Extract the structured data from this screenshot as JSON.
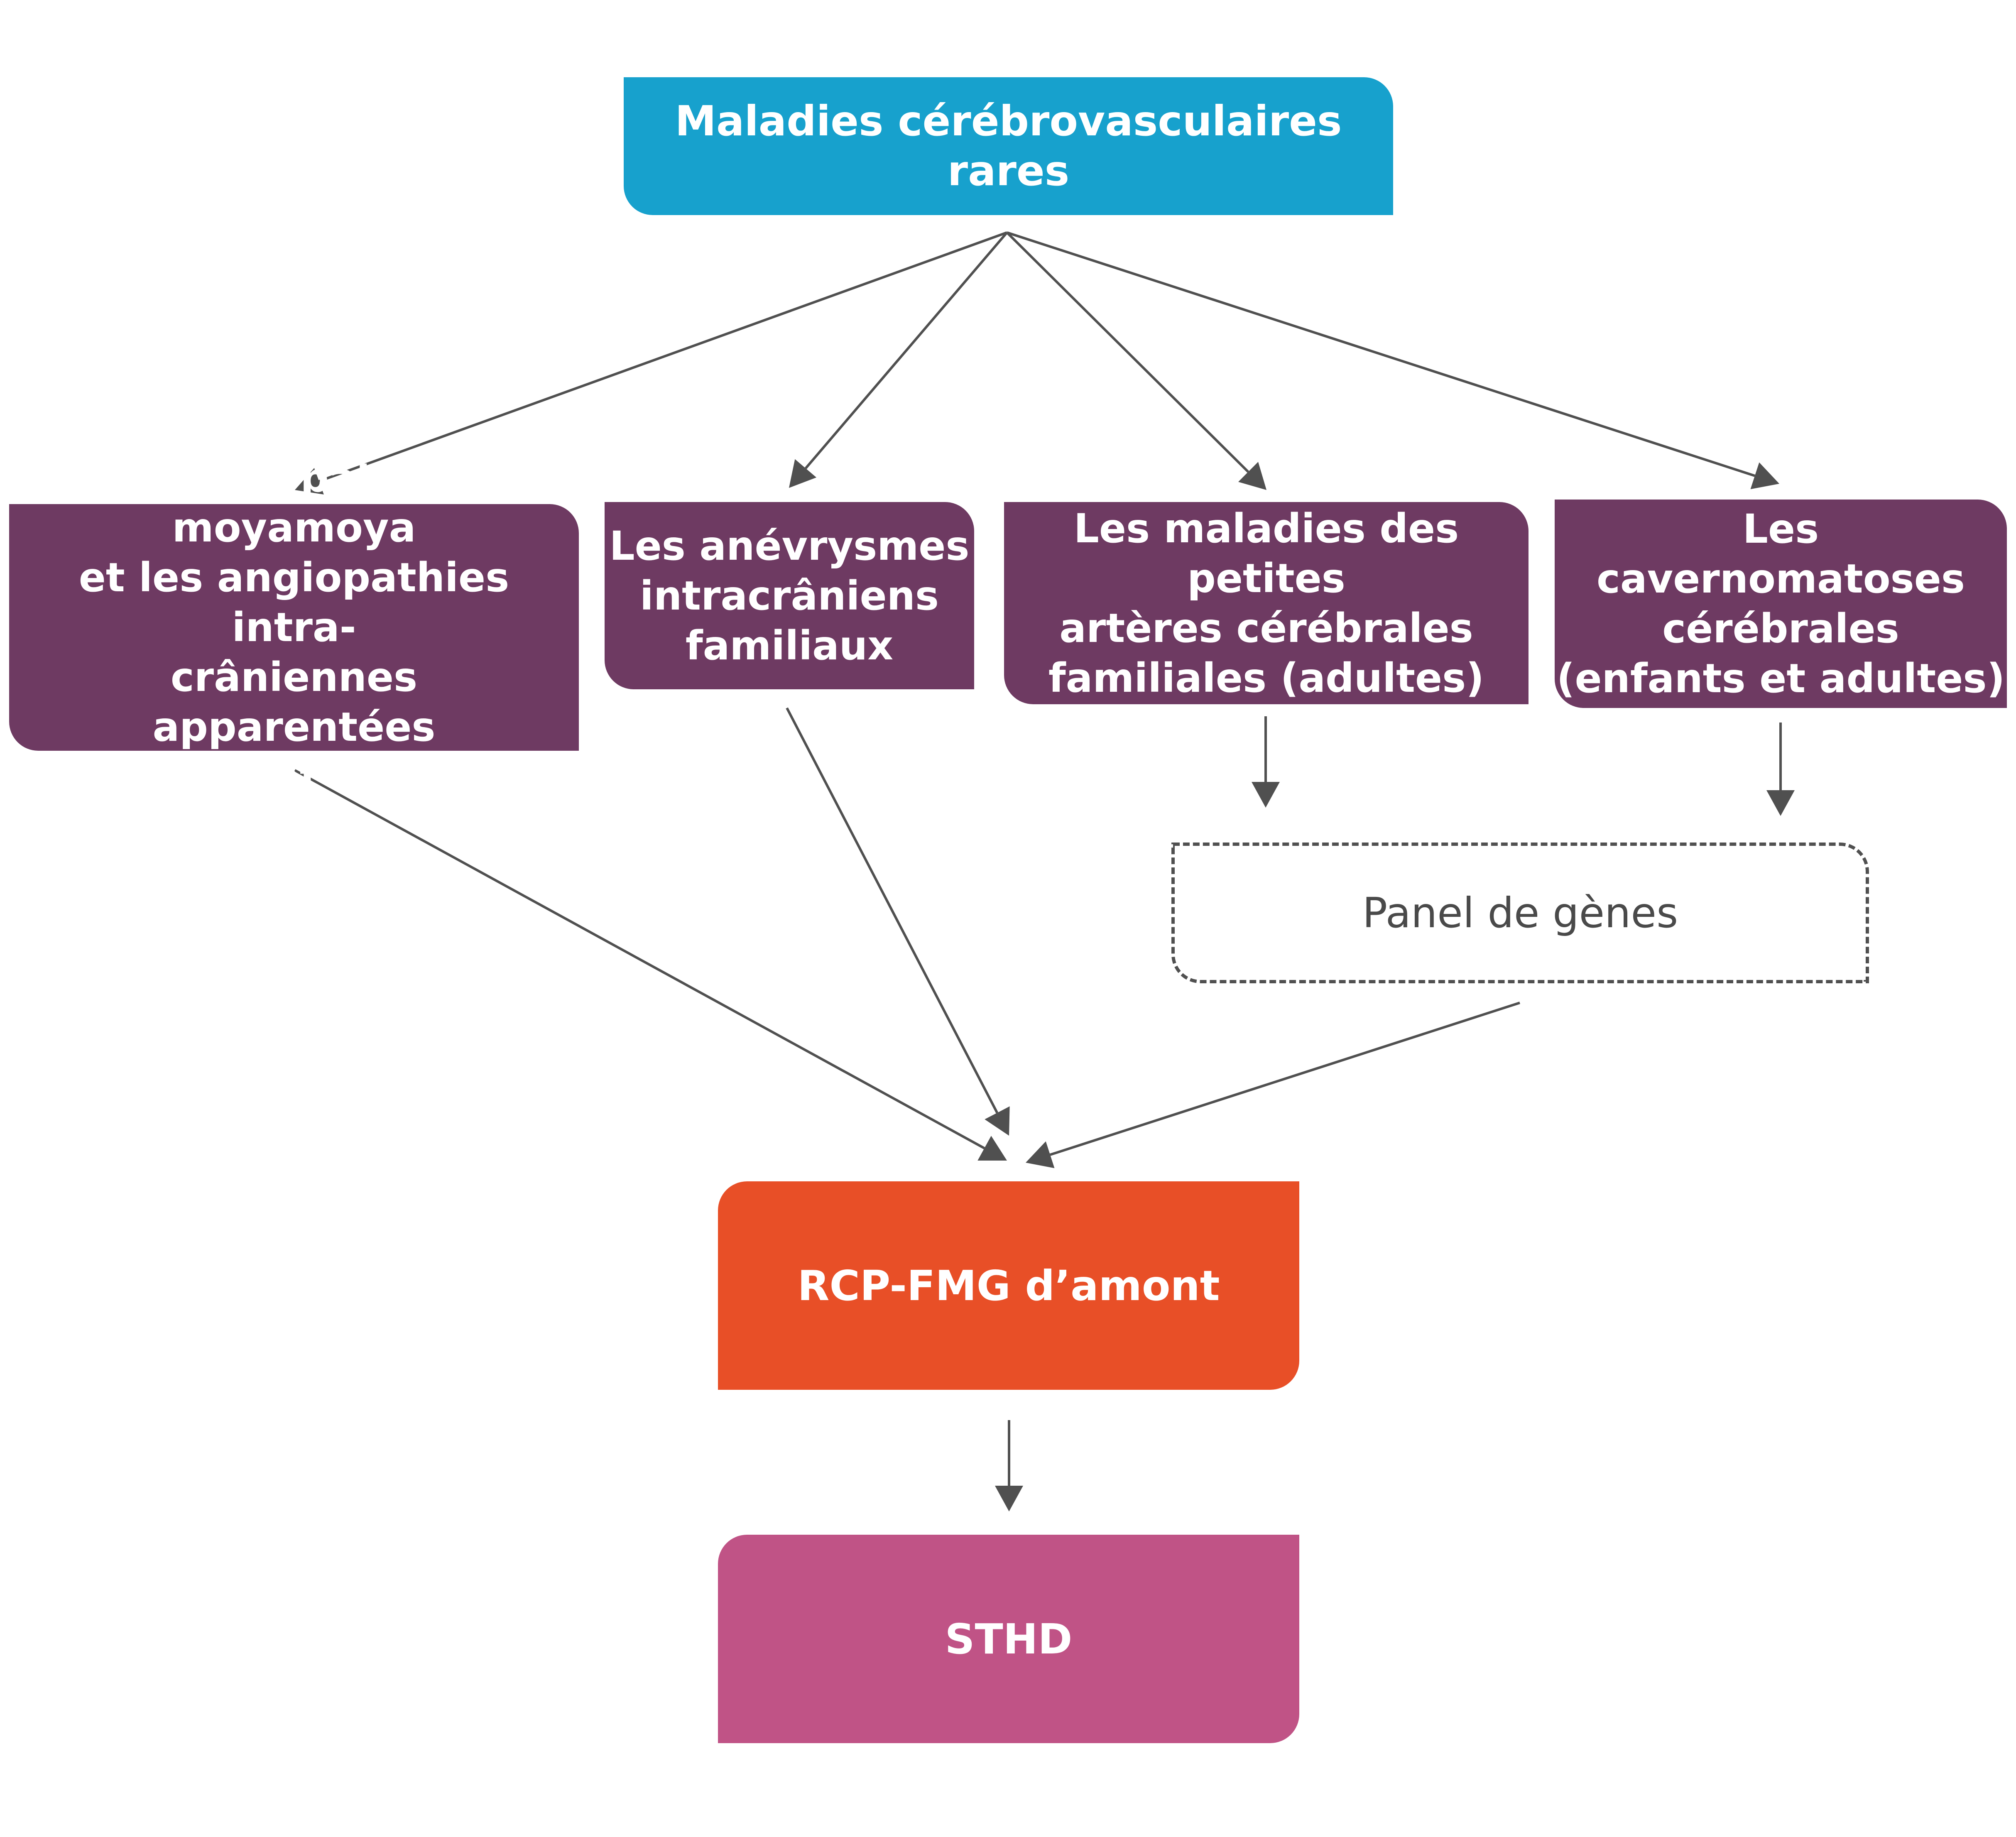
{
  "colors": {
    "root": "#17a1cd",
    "category": "#6e3a62",
    "rcp": "#e84f27",
    "sthd": "#c05386",
    "arrow": "#505050",
    "panel_text": "#4a4a4a"
  },
  "nodes": {
    "root": "Maladies cérébrovasculaires rares",
    "moyamoya": "L’angiopathie moyamoya\net les angiopathies intra-\ncrâniennes apparentées\n(enfants et adultes)",
    "anevrysmes": "Les anévrysmes\nintracrâniens\nfamiliaux",
    "petites_arteres": "Les maladies des petites\nartères cérébrales\nfamiliales (adultes)",
    "cavernomatoses": "Les cavernomatoses\ncérébrales\n(enfants et adultes)",
    "panel": "Panel de gènes",
    "rcp": "RCP-FMG d’amont",
    "sthd": "STHD"
  },
  "edges": [
    {
      "from": "root",
      "to": "moyamoya"
    },
    {
      "from": "root",
      "to": "anevrysmes"
    },
    {
      "from": "root",
      "to": "petites_arteres"
    },
    {
      "from": "root",
      "to": "cavernomatoses"
    },
    {
      "from": "petites_arteres",
      "to": "panel"
    },
    {
      "from": "cavernomatoses",
      "to": "panel"
    },
    {
      "from": "moyamoya",
      "to": "rcp"
    },
    {
      "from": "anevrysmes",
      "to": "rcp"
    },
    {
      "from": "panel",
      "to": "rcp"
    },
    {
      "from": "rcp",
      "to": "sthd"
    }
  ]
}
